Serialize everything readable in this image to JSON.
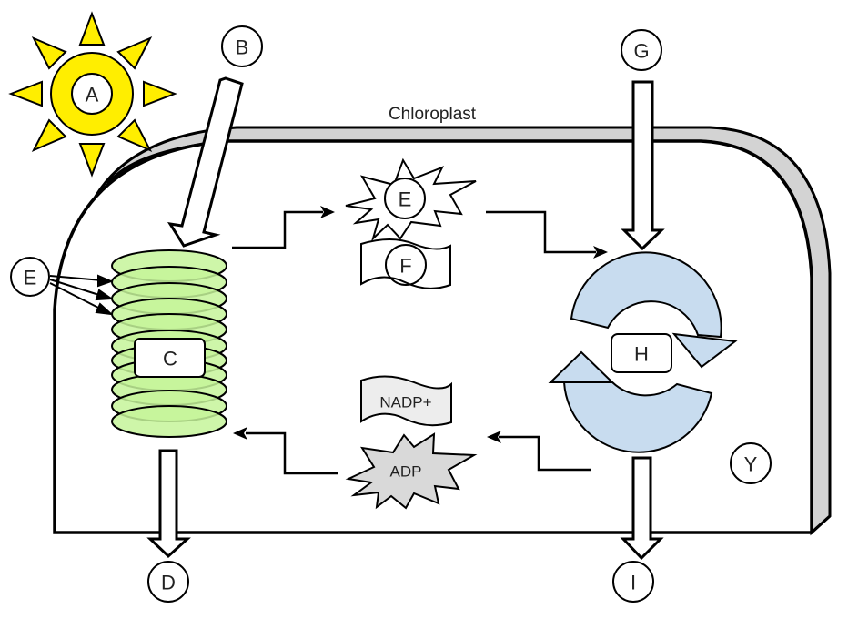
{
  "diagram": {
    "title": "Chloroplast",
    "colors": {
      "sun": "#ffee00",
      "thylakoid": "#c6f59a",
      "thylakoid_dark": "#a6ec6b",
      "cycle": "#c8dcef",
      "membrane": "#d3d3d3",
      "molecule_fill": "#e3e3e3",
      "stroke": "#000000"
    },
    "labels": {
      "sun": "A",
      "input_top_left": "B",
      "thylakoid_stack": "C",
      "output_bottom_left": "D",
      "input_left": "E",
      "energy_carrier_top": "E",
      "carrier_top": "F",
      "input_top_right": "G",
      "cycle": "H",
      "output_bottom_right": "I",
      "stroma": "Y",
      "nadp": "NADP+",
      "adp": "ADP"
    }
  }
}
